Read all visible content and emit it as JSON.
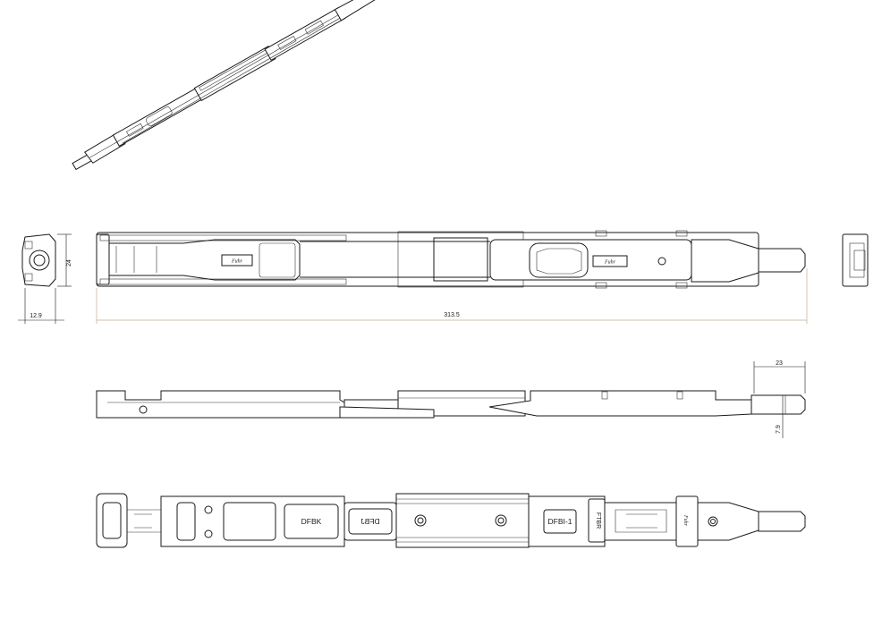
{
  "dimensions": {
    "height": "24",
    "width": "12.9",
    "length": "313.5",
    "tip_length": "23",
    "tip_diameter": "7.9"
  },
  "part_labels": {
    "dfbk": "DFBK",
    "dfbj": "DFBJ",
    "dfbi": "DFBI-1",
    "ftbr": "FTBR"
  },
  "logo_text": "Fuhr"
}
